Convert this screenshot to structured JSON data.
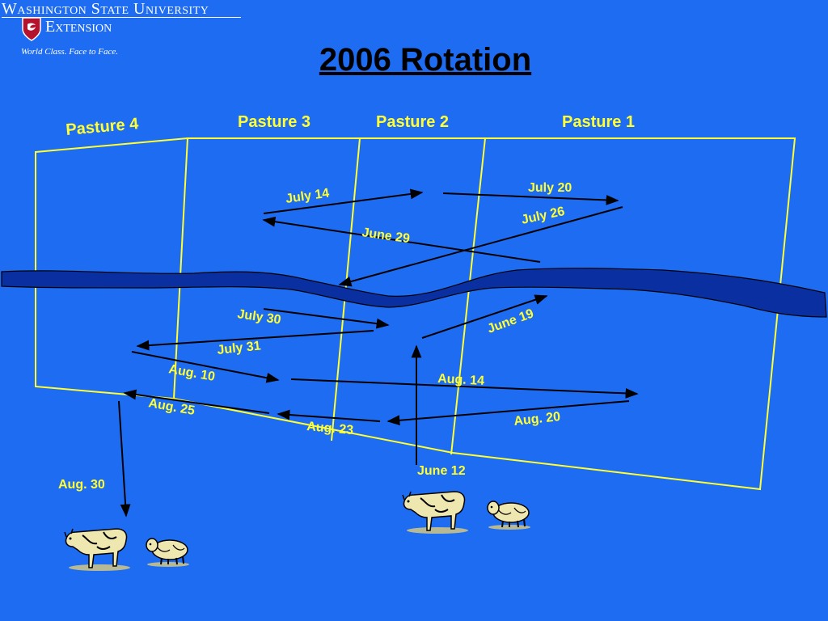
{
  "header": {
    "institution": "Washington State University",
    "unit": "Extension",
    "tagline": "World Class. Face to Face."
  },
  "title": "2006 Rotation",
  "pastures": [
    "Pasture 4",
    "Pasture 3",
    "Pasture 2",
    "Pasture 1"
  ],
  "moves": [
    "June 12",
    "June 19",
    "June 29",
    "July 14",
    "July 20",
    "July 26",
    "July 30",
    "July 31",
    "Aug. 10",
    "Aug. 14",
    "Aug. 20",
    "Aug. 23",
    "Aug. 25",
    "Aug. 30"
  ],
  "colors": {
    "background": "#1e6cf1",
    "fence": "#ffff33",
    "labels": "#ffff33",
    "river": "#0a2fa0",
    "title": "#000000"
  },
  "icons": [
    "cow-icon",
    "sheep-icon"
  ]
}
